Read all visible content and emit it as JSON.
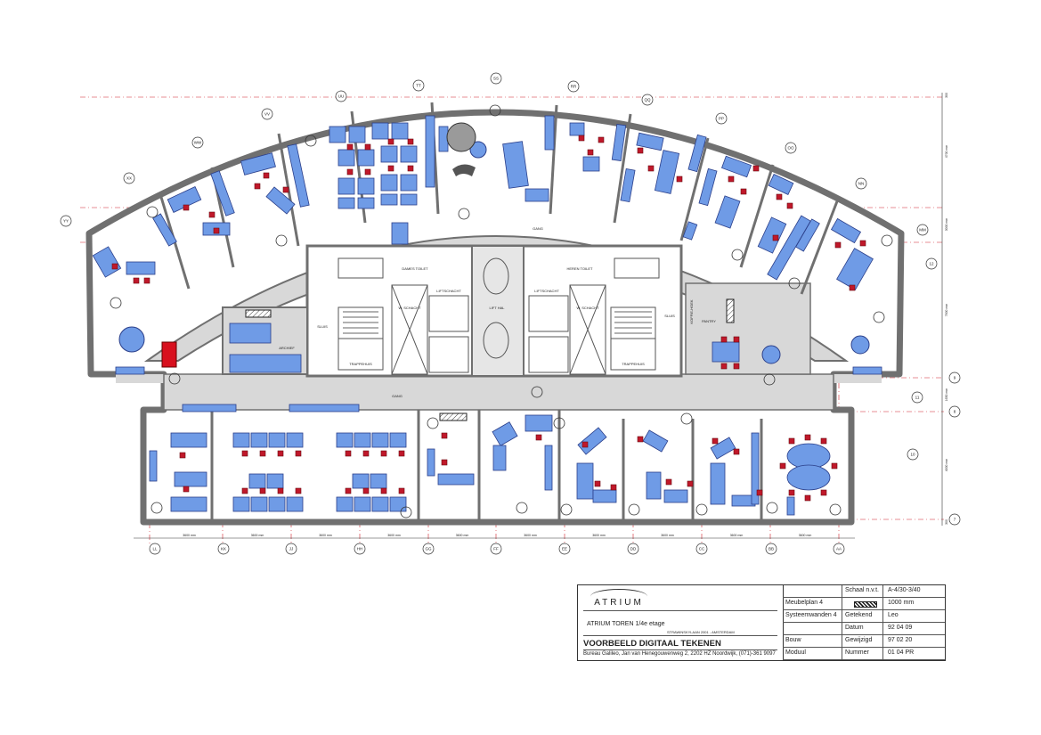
{
  "plan": {
    "colors": {
      "wall": "#808080",
      "desk": "#6f9be6",
      "chair": "#c0182a",
      "grid": "#d0202a",
      "cabinet_dark": "#222222",
      "floor": "#d8d8d8"
    },
    "rooms": {
      "gang_top": "GANG",
      "gang_bottom": "GANG",
      "archief": "ARCHIEF",
      "lifthal": "LIFT HAL",
      "dames_toilet": "DAMES TOILET",
      "heren_toilet": "HEREN TOILET",
      "liftschacht_left": "LIFTSCHACHT",
      "liftschacht_right": "LIFTSCHACHT",
      "w_schacht_left": "W. SCHACHT",
      "w_schacht_right": "W. SCHACHT",
      "trappehuis_left": "TRAPPEHUIS",
      "trappehuis_right": "TRAPPEHUIS",
      "sluis_left": "SLUIS",
      "sluis_right": "SLUIS",
      "pantry": "PANTRY",
      "koffiehoek": "KOFFIE-HOEK"
    },
    "arc_axes": [
      "YY",
      "XX",
      "WW",
      "VV",
      "UU",
      "TT",
      "SS",
      "RR",
      "QQ",
      "PP",
      "OO",
      "NN",
      "MM"
    ],
    "bottom_axes": [
      "LL",
      "KK",
      "JJ",
      "HH",
      "GG",
      "FF",
      "EE",
      "DD",
      "CC",
      "BB",
      "AA"
    ],
    "bottom_dims": [
      "3600 mm",
      "3600 mm",
      "3600 mm",
      "3600 mm",
      "3600 mm",
      "3600 mm",
      "3600 mm",
      "3600 mm",
      "3600 mm",
      "3600 mm"
    ],
    "right_axes": [
      "12",
      "11",
      "10",
      "9",
      "8",
      "7"
    ],
    "right_dims": [
      "300",
      "4700 mm",
      "3000 mm",
      "7600 mm",
      "1650 mm",
      "4000 mm",
      "300"
    ]
  },
  "title_block": {
    "logo": "ATRIUM",
    "subtitle": "ATRIUM TOREN 1/4e etage",
    "address_line": "STRAWINSKYLAAN 2001 - AMSTERDAM",
    "title": "VOORBEELD DIGITAAL TEKENEN",
    "address2": "Bureau Galileo, Jan van Henegouwenweg 2, 2202 HZ  Noordwijk, (071)-361 9097",
    "fields": [
      {
        "left": "",
        "label": "Schaal n.v.t.",
        "value": "A-4/30-3/40"
      },
      {
        "left": "Meubelplan 4",
        "label": "",
        "value": "1000 mm"
      },
      {
        "left": "Systeemwanden 4",
        "label": "Getekend",
        "value": "Leo"
      },
      {
        "left": "",
        "label": "Datum",
        "value": "92 04 09"
      },
      {
        "left": "Bouw",
        "label": "Gewijzigd",
        "value": "97 02 20"
      },
      {
        "left": "Moduul",
        "label": "Nummer",
        "value": "01 04 PR"
      }
    ]
  }
}
